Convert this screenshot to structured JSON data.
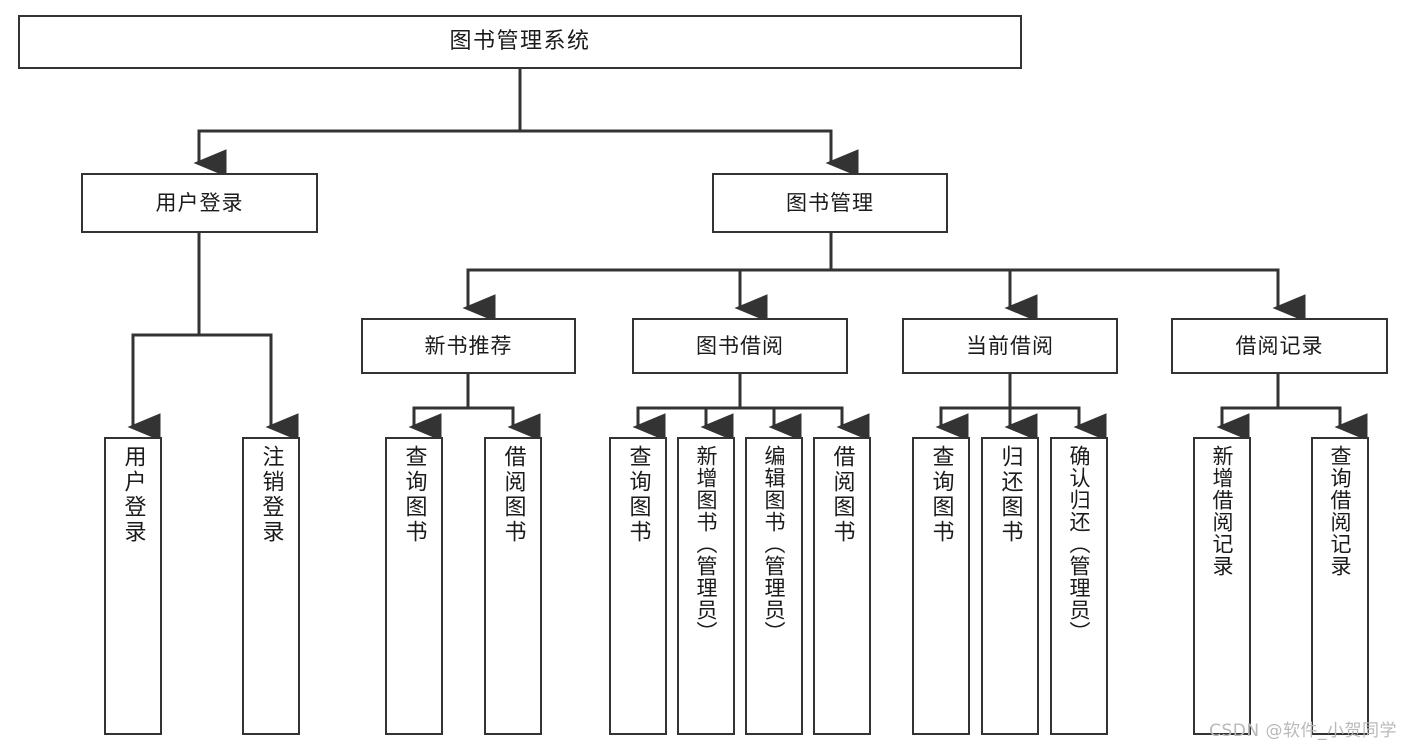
{
  "diagram": {
    "title": "图书管理系统",
    "type": "tree-hierarchy-chart",
    "colors": {
      "background": "#ffffff",
      "node_border": "#333333",
      "node_fill": "#ffffff",
      "edge": "#333333",
      "text": "#1b1b1b",
      "watermark": "#b9b9b9"
    },
    "root": {
      "id": "root",
      "label": "图书管理系统"
    },
    "branches": [
      {
        "id": "user-login",
        "label": "用户登录",
        "children": [
          {
            "id": "leaf-user-login",
            "label": "用户登录"
          },
          {
            "id": "leaf-user-logout",
            "label": "注销登录"
          }
        ]
      },
      {
        "id": "book-management",
        "label": "图书管理",
        "children": [
          {
            "id": "new-book-recommend",
            "label": "新书推荐",
            "children": [
              {
                "id": "leaf-rec-query-book",
                "label": "查询图书"
              },
              {
                "id": "leaf-rec-borrow-book",
                "label": "借阅图书"
              }
            ]
          },
          {
            "id": "book-borrow",
            "label": "图书借阅",
            "children": [
              {
                "id": "leaf-borrow-query-book",
                "label": "查询图书"
              },
              {
                "id": "leaf-borrow-add-book",
                "label": "新增图书（管理员）"
              },
              {
                "id": "leaf-borrow-edit-book",
                "label": "编辑图书（管理员）"
              },
              {
                "id": "leaf-borrow-borrow-book",
                "label": "借阅图书"
              }
            ]
          },
          {
            "id": "current-borrow",
            "label": "当前借阅",
            "children": [
              {
                "id": "leaf-cur-query-book",
                "label": "查询图书"
              },
              {
                "id": "leaf-cur-return-book",
                "label": "归还图书"
              },
              {
                "id": "leaf-cur-confirm-return",
                "label": "确认归还（管理员）"
              }
            ]
          },
          {
            "id": "borrow-records",
            "label": "借阅记录",
            "children": [
              {
                "id": "leaf-rec-add-record",
                "label": "新增借阅记录"
              },
              {
                "id": "leaf-rec-query-record",
                "label": "查询借阅记录"
              }
            ]
          }
        ]
      }
    ]
  },
  "watermark": {
    "text": "CSDN @软件_小贺同学"
  }
}
